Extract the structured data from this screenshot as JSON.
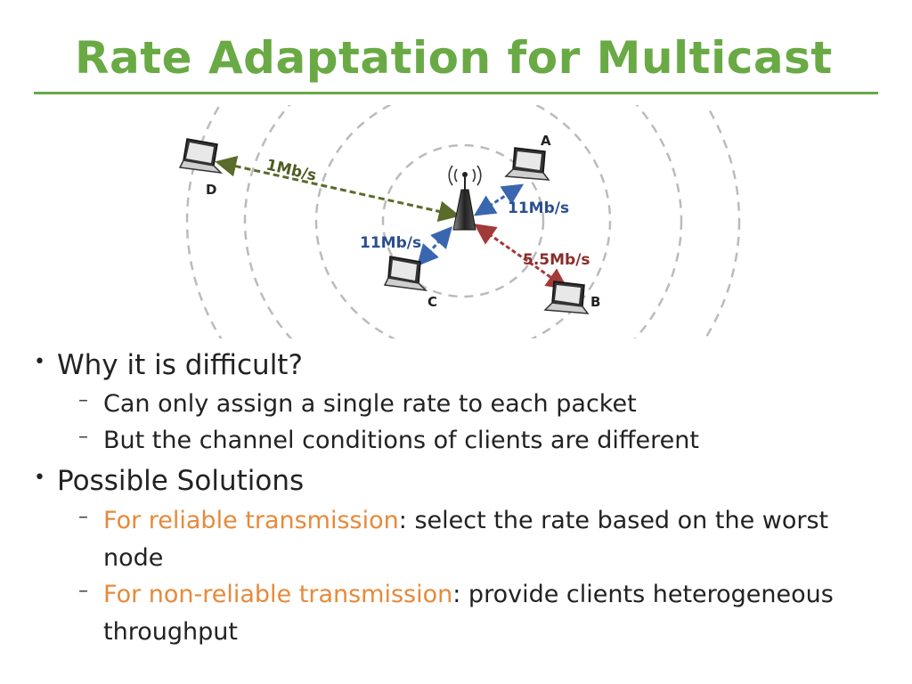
{
  "slide": {
    "title": "Rate Adaptation for Multicast"
  },
  "diagram": {
    "nodes": [
      {
        "id": "A",
        "label": "A"
      },
      {
        "id": "B",
        "label": "B"
      },
      {
        "id": "C",
        "label": "C"
      },
      {
        "id": "D",
        "label": "D"
      }
    ],
    "links": [
      {
        "to": "D",
        "rate": "1Mb/s",
        "color": "#5a6b2a"
      },
      {
        "to": "A",
        "rate": "11Mb/s",
        "color": "#3a66b0"
      },
      {
        "to": "C",
        "rate": "11Mb/s",
        "color": "#3a66b0"
      },
      {
        "to": "B",
        "rate": "5.5Mb/s",
        "color": "#a23a3a"
      }
    ]
  },
  "bullets": [
    {
      "text": "Why it is difficult?",
      "sub": [
        {
          "text": "Can only assign a single rate to each packet"
        },
        {
          "text": "But the channel conditions of clients are different"
        }
      ]
    },
    {
      "text": "Possible Solutions",
      "sub": [
        {
          "highlight": "For reliable transmission",
          "rest": ": select the rate based on the worst node"
        },
        {
          "highlight": "For non-reliable transmission",
          "rest": ": provide clients heterogeneous throughput"
        }
      ]
    }
  ],
  "colors": {
    "title": "#6aaa45",
    "highlight": "#e68a3a"
  }
}
